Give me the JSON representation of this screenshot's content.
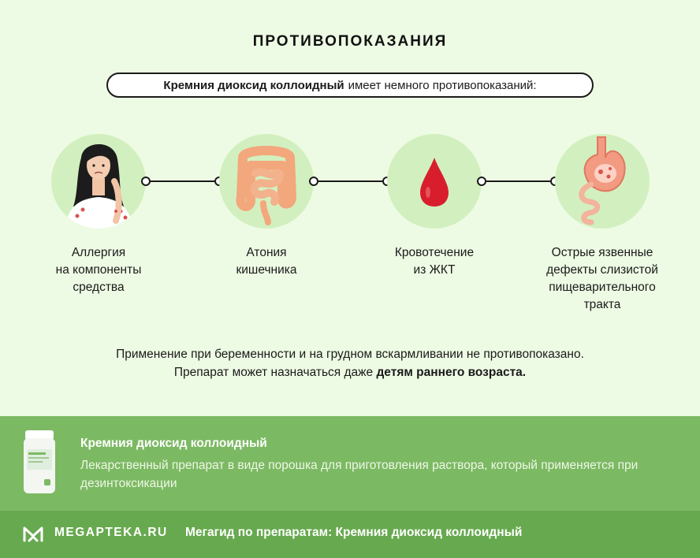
{
  "header": {
    "title": "ПРОТИВОПОКАЗАНИЯ",
    "intro_bold": "Кремния диоксид коллоидный",
    "intro_rest": "имеет немного противопоказаний:"
  },
  "contraindications": [
    {
      "icon": "allergy-woman-icon",
      "line1": "Аллергия",
      "line2": "на компоненты",
      "line3": "средства",
      "line4": ""
    },
    {
      "icon": "intestine-icon",
      "line1": "Атония",
      "line2": "кишечника",
      "line3": "",
      "line4": ""
    },
    {
      "icon": "blood-drop-icon",
      "line1": "Кровотечение",
      "line2": "из ЖКТ",
      "line3": "",
      "line4": ""
    },
    {
      "icon": "stomach-ulcer-icon",
      "line1": "Острые язвенные",
      "line2": "дефекты слизистой",
      "line3": "пищеварительного",
      "line4": "тракта"
    }
  ],
  "note": {
    "line1": "Применение при беременности и на грудном вскармливании не противопоказано.",
    "line2_start": "Препарат может назначаться даже",
    "line2_bold": "детям раннего возраста."
  },
  "product": {
    "name": "Кремния диоксид коллоидный",
    "description": "Лекарственный препарат в виде порошка для приготовления раствора, который применяется при дезинтоксикации"
  },
  "footer": {
    "logo": "MEGAPTEKA.RU",
    "text": "Мегагид по препаратам: Кремния диоксид коллоидный"
  },
  "colors": {
    "background": "#eefbe4",
    "circle": "#d2f0bf",
    "product_band": "#7cb963",
    "footer_band": "#67a94f",
    "blood_red": "#d81e2c"
  }
}
